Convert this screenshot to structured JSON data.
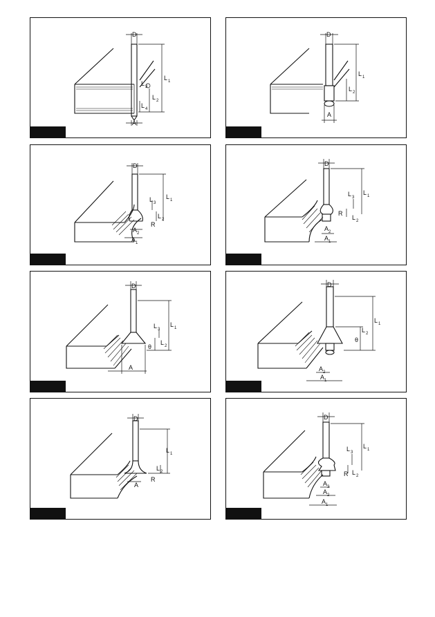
{
  "figures": [
    {
      "id": "fig1",
      "labels": {
        "d": "D",
        "l1": "L",
        "l1s": "1",
        "l2": "L",
        "l2s": "2",
        "l3": "L",
        "l3s": "3",
        "l4": "L",
        "l4s": "4",
        "a": "A"
      }
    },
    {
      "id": "fig2",
      "labels": {
        "d": "D",
        "l1": "L",
        "l1s": "1",
        "l2": "L",
        "l2s": "2",
        "a": "A"
      }
    },
    {
      "id": "fig3",
      "labels": {
        "d": "D",
        "l1": "L",
        "l1s": "1",
        "l2": "L",
        "l2s": "2",
        "l3": "L",
        "l3s": "3",
        "r": "R",
        "a2": "A",
        "a2s": "2",
        "a1": "A",
        "a1s": "1"
      }
    },
    {
      "id": "fig4",
      "labels": {
        "d": "D",
        "l1": "L",
        "l1s": "1",
        "l2": "L",
        "l2s": "2",
        "l3": "L",
        "l3s": "3",
        "r": "R",
        "a2": "A",
        "a2s": "2",
        "a1": "A",
        "a1s": "1"
      }
    },
    {
      "id": "fig5",
      "labels": {
        "d": "D",
        "l1": "L",
        "l1s": "1",
        "l2": "L",
        "l2s": "2",
        "l3": "L",
        "l3s": "3",
        "theta": "θ",
        "a": "A"
      }
    },
    {
      "id": "fig6",
      "labels": {
        "d": "D",
        "l1": "L",
        "l1s": "1",
        "l2": "L",
        "l2s": "2",
        "theta": "θ",
        "a2": "A",
        "a2s": "2",
        "a1": "A",
        "a1s": "1"
      }
    },
    {
      "id": "fig7",
      "labels": {
        "d": "D",
        "l1": "L",
        "l1s": "1",
        "l2": "L",
        "l2s": "2",
        "r": "R",
        "a": "A"
      }
    },
    {
      "id": "fig8",
      "labels": {
        "d": "D",
        "l1": "L",
        "l1s": "1",
        "l2": "L",
        "l2s": "2",
        "l3": "L",
        "l3s": "3",
        "r": "R",
        "a3": "A",
        "a3s": "3",
        "a2": "A",
        "a2s": "2",
        "a1": "A",
        "a1s": "1"
      }
    }
  ]
}
